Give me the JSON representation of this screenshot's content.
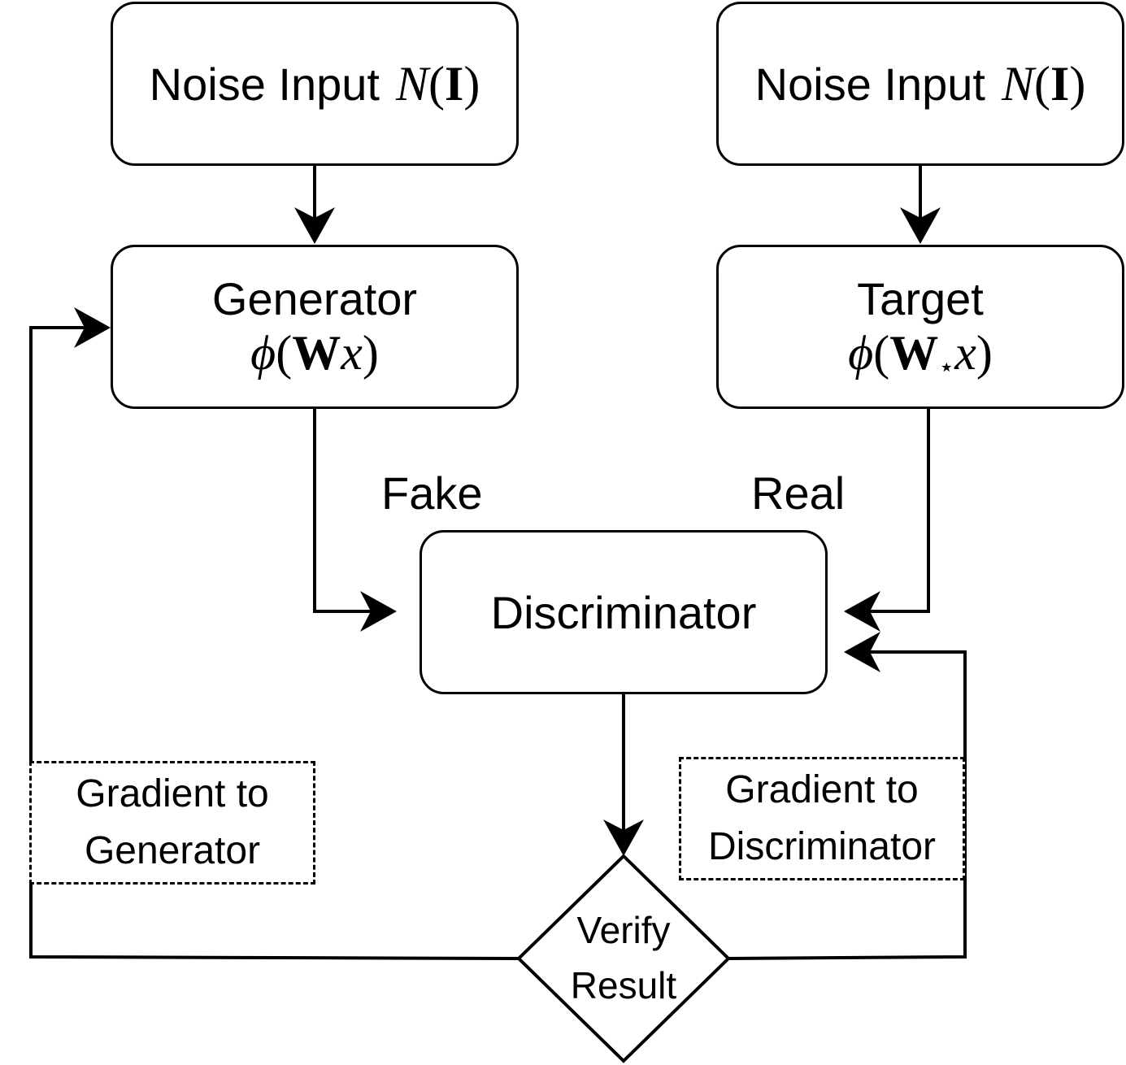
{
  "nodes": {
    "noise_left": {
      "label": "Noise Input",
      "math_var": "N",
      "math_arg": "I"
    },
    "noise_right": {
      "label": "Noise Input",
      "math_var": "N",
      "math_arg": "I"
    },
    "generator": {
      "label": "Generator",
      "math_fn": "ϕ",
      "math_w": "W",
      "math_x": "x"
    },
    "target": {
      "label": "Target",
      "math_fn": "ϕ",
      "math_w": "W",
      "math_star": "⋆",
      "math_x": "x"
    },
    "discriminator": {
      "label": "Discriminator"
    },
    "verify": {
      "line1": "Verify",
      "line2": "Result"
    },
    "grad_generator": {
      "line1": "Gradient to",
      "line2": "Generator"
    },
    "grad_discriminator": {
      "line1": "Gradient to",
      "line2": "Discriminator"
    }
  },
  "edge_labels": {
    "fake": "Fake",
    "real": "Real"
  }
}
